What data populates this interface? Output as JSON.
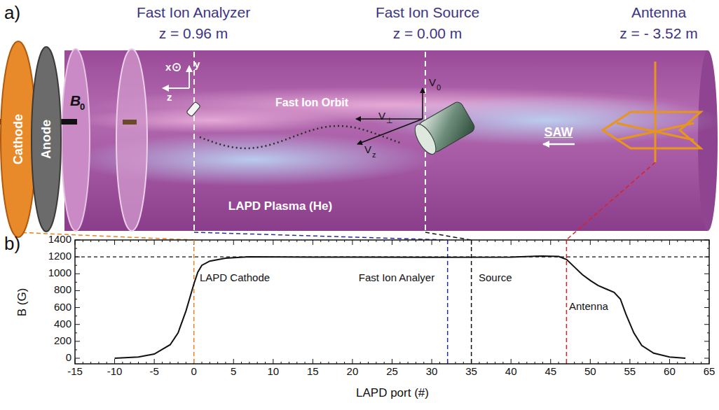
{
  "diagram": {
    "nodes": [
      {
        "text": [
          "Cathode"
        ]
      },
      {
        "text": [
          "Anode"
        ]
      }
    ],
    "labels": [
      "a)",
      "Fast Ion Analyzer",
      "z = 0.96 m",
      "Fast Ion Source",
      "z = 0.00 m",
      "Antenna",
      "z = - 3.52 m",
      "x",
      "y",
      "z",
      "B",
      "0",
      "Fast Ion Orbit",
      "V",
      "0",
      "V",
      "⊥",
      "V",
      "z",
      "SAW",
      "LAPD Plasma (He)",
      "b)",
      "1400",
      "1200",
      "1000",
      "800",
      "600",
      "400",
      "200",
      "0",
      "-15",
      "-10",
      "-5",
      "0",
      "5",
      "10",
      "15",
      "20",
      "25",
      "30",
      "35",
      "40",
      "45",
      "50",
      "55",
      "60",
      "65",
      "B (G)",
      "LAPD Cathode",
      "Fast Ion Analyer",
      "Source",
      "Antenna",
      "LAPD port (#)"
    ]
  }
}
